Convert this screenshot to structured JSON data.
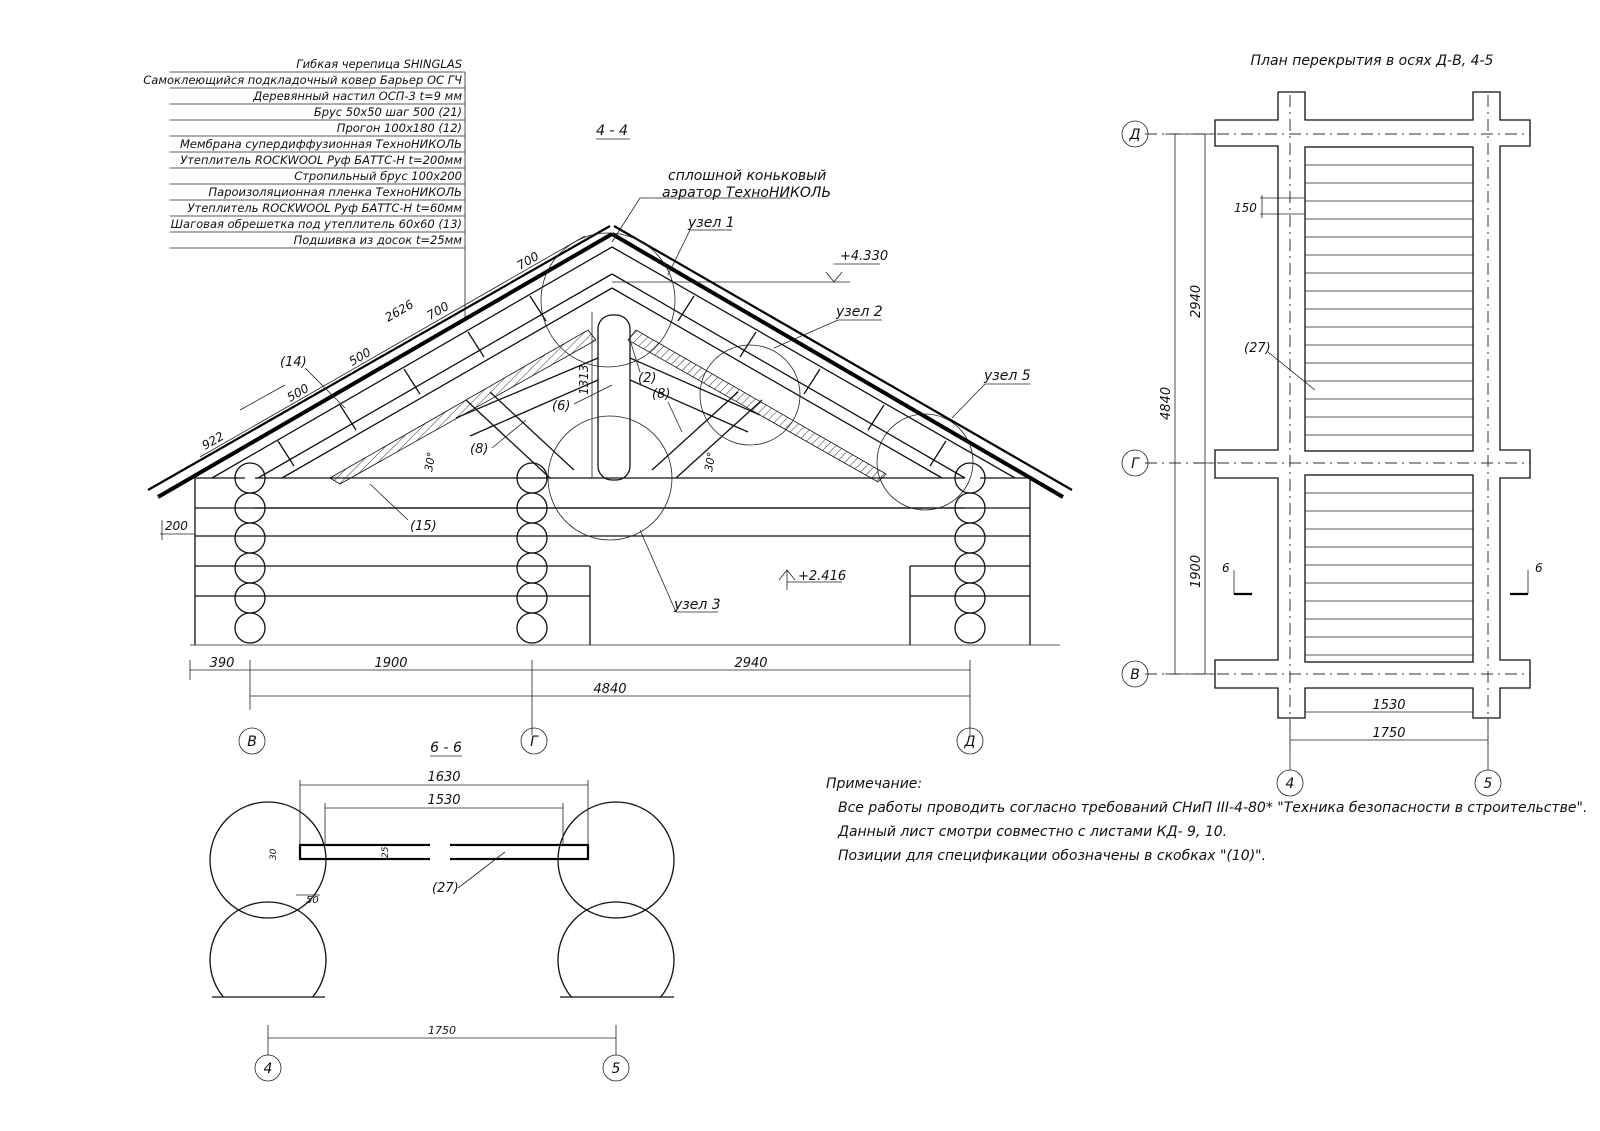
{
  "layers": [
    "Гибкая черепица SHINGLAS",
    "Самоклеющийся подкладочный ковер Барьер ОС ГЧ",
    "Деревянный настил ОСП-3 t=9 мм",
    "Брус 50х50 шаг 500 (21)",
    "Прогон 100х180 (12)",
    "Мембрана супердиффузионная ТехноНИКОЛЬ",
    "Утеплитель ROCKWOOL Руф БАТТС-Н t=200мм",
    "Стропильный брус 100х200",
    "Пароизоляционная пленка ТехноНИКОЛЬ",
    "Утеплитель ROCKWOOL Руф БАТТС-Н t=60мм",
    "Шаговая обрешетка под утеплитель 60х60 (13)",
    "Подшивка из досок t=25мм"
  ],
  "section44": {
    "title": "4 - 4",
    "aerator_line1": "сплошной коньковый",
    "aerator_line2": "аэратор ТехноНИКОЛЬ",
    "node1": "узел 1",
    "node2": "узел 2",
    "node3": "узел 3",
    "node5": "узел 5",
    "mark_top": "+4.330",
    "mark_mid": "+2.416",
    "dims_slope": [
      "922",
      "500",
      "500",
      "2626",
      "700",
      "700"
    ],
    "dim_1313": "1313",
    "dim_200": "200",
    "angle": "30°",
    "pos_14": "(14)",
    "pos_8": "(8)",
    "pos_6": "(6)",
    "pos_2": "(2)",
    "pos_15": "(15)",
    "dim_bottom": [
      "390",
      "1900",
      "2940",
      "4840"
    ],
    "axes": [
      "В",
      "Г",
      "Д"
    ]
  },
  "plan": {
    "title": "План перекрытия в осях Д-В, 4-5",
    "axes_rows": [
      "Д",
      "Г",
      "В"
    ],
    "axes_cols": [
      "4",
      "5"
    ],
    "dim_2940": "2940",
    "dim_4840": "4840",
    "dim_1900": "1900",
    "dim_150": "150",
    "dim_1530": "1530",
    "dim_1750": "1750",
    "pos_27": "(27)",
    "cut": "6"
  },
  "section66": {
    "title": "6 - 6",
    "dim_1630": "1630",
    "dim_1530": "1530",
    "dim_30": "30",
    "dim_25": "25",
    "dim_50": "50",
    "dim_1750": "1750",
    "pos_27": "(27)",
    "axes": [
      "4",
      "5"
    ]
  },
  "notes": {
    "title": "Примечание:",
    "line1": "Все работы проводить согласно требований СНиП III-4-80* \"Техника безопасности в строительстве\".",
    "line2": "Данный лист смотри совместно с листами КД- 9, 10.",
    "line3": "Позиции для спецификации обозначены в скобках \"(10)\"."
  }
}
